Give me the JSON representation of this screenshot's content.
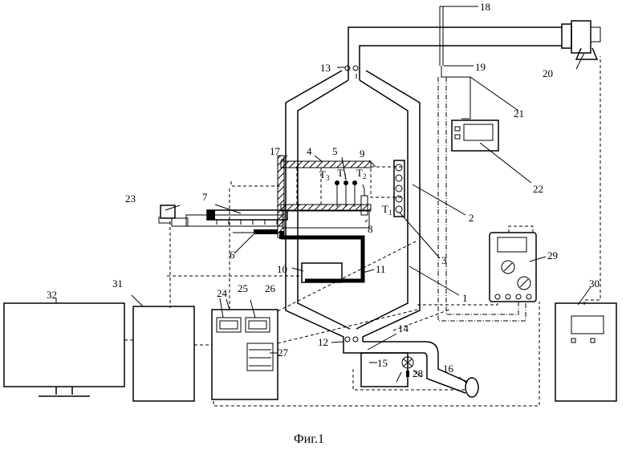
{
  "caption": "Фиг.1",
  "labels": {
    "l1": "1",
    "l2": "2",
    "l3": "3",
    "l4": "4",
    "l5": "5",
    "l6": "6",
    "l7": "7",
    "l8": "8",
    "l9": "9",
    "l10": "10",
    "l11": "11",
    "l12": "12",
    "l13": "13",
    "l14": "14",
    "l15": "15",
    "l16": "16",
    "l17": "17",
    "l18": "18",
    "l19": "19",
    "l20": "20",
    "l21": "21",
    "l22": "22",
    "l23": "23",
    "l24": "24",
    "l25": "25",
    "l26": "26",
    "l27": "27",
    "l28": "28",
    "l29": "29",
    "l30": "30",
    "l31": "31",
    "l32": "32"
  },
  "thermocouples": {
    "t1_top": "T",
    "t1_top_sub": "1",
    "t2": "T",
    "t2_sub": "2",
    "t3": "T",
    "t3_sub": "3",
    "t1_side": "T",
    "t1_side_sub": "1"
  }
}
